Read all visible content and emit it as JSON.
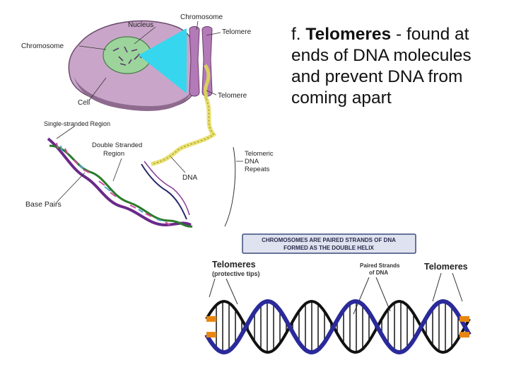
{
  "bullet": {
    "prefix": "f. ",
    "term": "Telomeres",
    "rest": " - found at ends of DNA molecules and prevent DNA from coming apart"
  },
  "diagram_top": {
    "labels": {
      "nucleus": "Nucleus",
      "chromosome_top": "Chromosome",
      "telomere_top": "Telomere",
      "chromosome_left": "Chromosome",
      "telomere_mid": "Telomere",
      "cell": "Cell",
      "single_stranded": "Single-stranded Region",
      "double_stranded_1": "Double Stranded",
      "double_stranded_2": "Region",
      "telomeric_1": "Telomeric",
      "telomeric_2": "DNA",
      "telomeric_3": "Repeats",
      "dna": "DNA",
      "base_pairs": "Base Pairs"
    }
  },
  "diagram_bottom": {
    "banner_line1": "CHROMOSOMES ARE PAIRED STRANDS OF DNA",
    "banner_line2": "FORMED AS THE DOUBLE HELIX",
    "telomeres_left": "Telomeres",
    "protective_tips": "(protective tips)",
    "paired_1": "Paired Strands",
    "paired_2": "of DNA",
    "telomeres_right": "Telomeres"
  },
  "colors": {
    "cell_fill": "#c9a6c9",
    "nucleus_fill": "#9cd49c",
    "zoom_cone": "#36d6ef",
    "chromosome": "#b37ab8",
    "dna_coil": "#e8e070",
    "strand_blue": "#2a2a9a",
    "strand_black": "#111111",
    "tip_orange": "#e8860f",
    "banner_fill": "#dfe3f0",
    "banner_border": "#3b4a7a"
  }
}
